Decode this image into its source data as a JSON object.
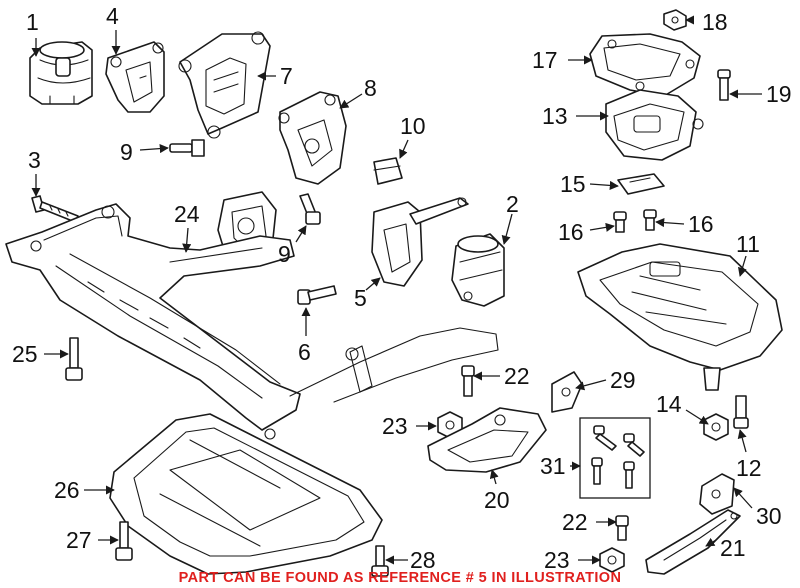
{
  "callouts": {
    "c1": "1",
    "c2": "2",
    "c3": "3",
    "c4": "4",
    "c5": "5",
    "c6": "6",
    "c7": "7",
    "c8": "8",
    "c9a": "9",
    "c9b": "9",
    "c10": "10",
    "c11": "11",
    "c12": "12",
    "c13": "13",
    "c14": "14",
    "c15": "15",
    "c16a": "16",
    "c16b": "16",
    "c17": "17",
    "c18": "18",
    "c19": "19",
    "c20": "20",
    "c21": "21",
    "c22a": "22",
    "c22b": "22",
    "c23a": "23",
    "c23b": "23",
    "c24": "24",
    "c25": "25",
    "c26": "26",
    "c27": "27",
    "c28": "28",
    "c29": "29",
    "c30": "30",
    "c31": "31"
  },
  "footer": {
    "note": "PART CAN BE FOUND AS REFERENCE # 5 IN ILLUSTRATION",
    "color": "#e0201e"
  }
}
